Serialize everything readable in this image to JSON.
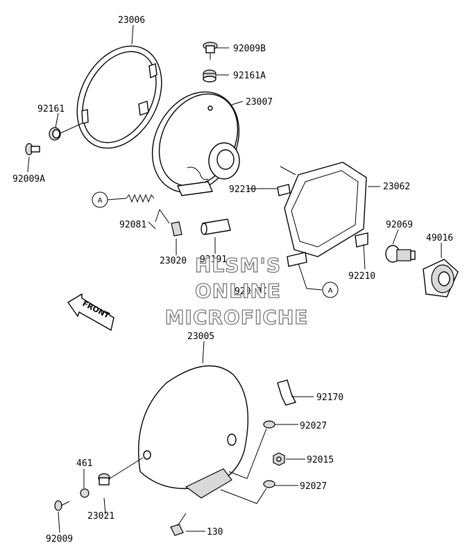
{
  "parts": {
    "p23006": "23006",
    "p92009B": "92009B",
    "p92161A": "92161A",
    "p23007": "23007",
    "p92161": "92161",
    "p92009A": "92009A",
    "p92210a": "92210",
    "p23062": "23062",
    "p92081": "92081",
    "p92069": "92069",
    "p49016": "49016",
    "p23020": "23020",
    "p92191": "92191",
    "p92210b": "92210",
    "p92009C": "92009C",
    "p23005": "23005",
    "p92170": "92170",
    "p92027a": "92027",
    "p461": "461",
    "p92015": "92015",
    "p92027b": "92027",
    "p23021": "23021",
    "p92009": "92009",
    "p130": "130"
  },
  "callouts": {
    "a1": "A",
    "a2": "A"
  },
  "front_label": "FRONT",
  "watermark": {
    "line1": "HLSM'S",
    "line2": "ONLINE",
    "line3": "MICROFICHE"
  }
}
